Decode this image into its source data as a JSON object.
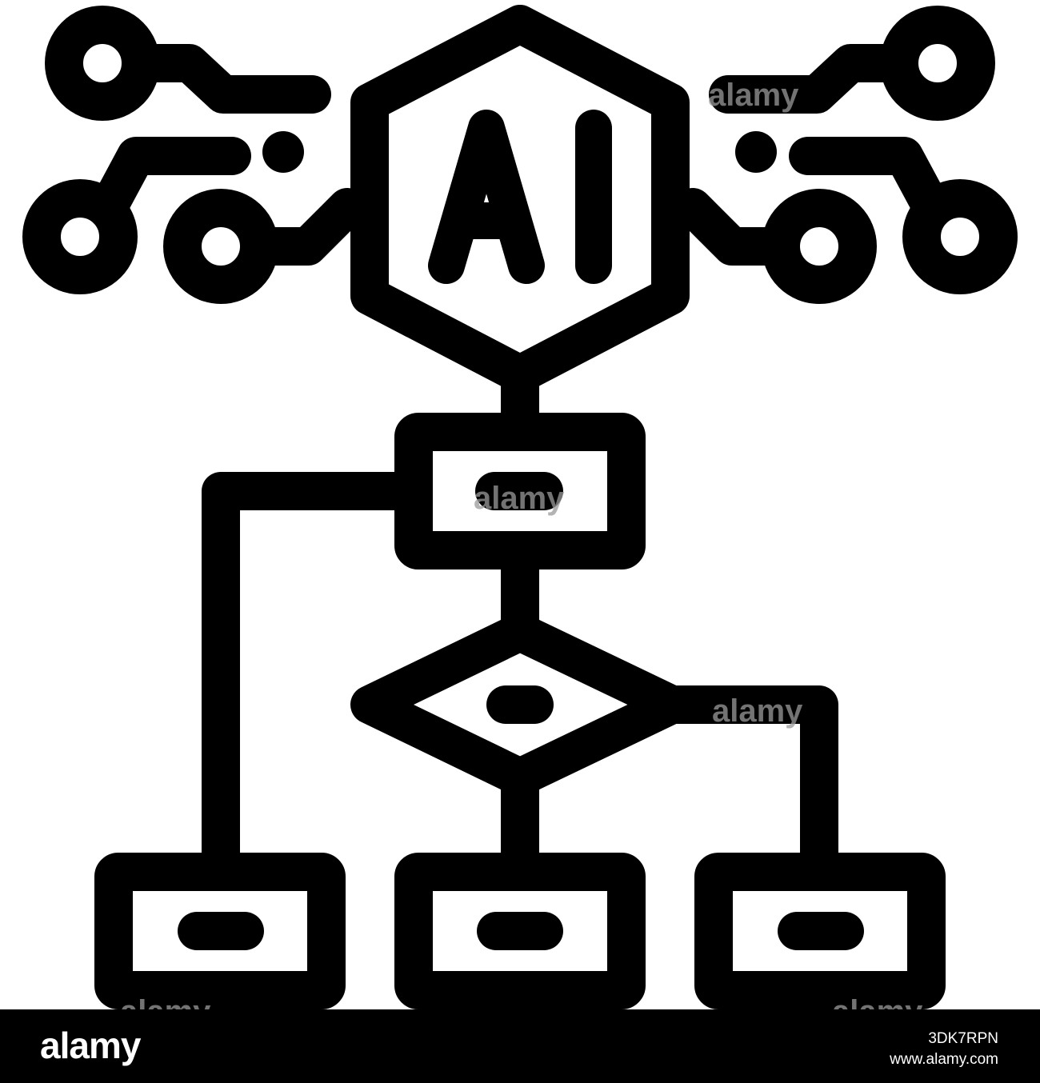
{
  "icon": {
    "name": "ai-flowchart-icon",
    "hexagon_text": "AI",
    "stroke_color": "#000000",
    "background_color": "#ffffff"
  },
  "watermark": {
    "text": "alamy",
    "color": "#9a9a9a"
  },
  "footer": {
    "logo": "alamy",
    "image_id": "3DK7RPN",
    "url": "www.alamy.com",
    "background_color": "#000000"
  }
}
